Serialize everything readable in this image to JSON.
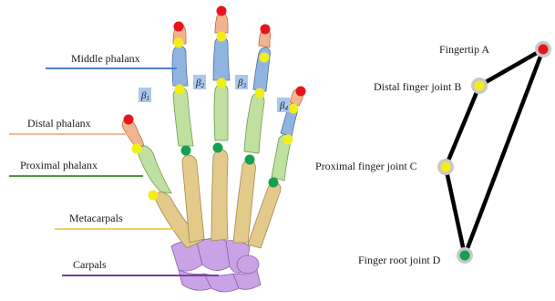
{
  "hand_labels": {
    "middle_phalanx": "Middle phalanx",
    "distal_phalanx": "Distal phalanx",
    "proximal_phalanx": "Proximal phalanx",
    "metacarpals": "Metacarpals",
    "carpals": "Carpals"
  },
  "angle_labels": {
    "beta1": "β",
    "beta1_sub": "1",
    "beta2": "β",
    "beta2_sub": "2",
    "beta3": "β",
    "beta3_sub": "3",
    "beta4": "β",
    "beta4_sub": "4"
  },
  "model_labels": {
    "fingertip": "Fingertip A",
    "distal_joint": "Distal finger joint B",
    "proximal_joint": "Proximal finger joint C",
    "root_joint": "Finger root joint D"
  },
  "colors": {
    "middle_phalanx": "#8fb4e0",
    "distal_phalanx": "#f2b48f",
    "proximal_phalanx": "#bfe0a0",
    "metacarpals": "#e3c98a",
    "carpals": "#c9a3e6",
    "middle_line": "#4f7fd0",
    "distal_line": "#f0b896",
    "proximal_line": "#4f9a35",
    "metacarpal_line": "#f0d060",
    "carpal_line": "#7a3fa0",
    "tip_dot": "#e8141c",
    "joint_dot": "#f4ee18",
    "root_dot": "#14a050",
    "node_ring": "#c8c8c8"
  }
}
